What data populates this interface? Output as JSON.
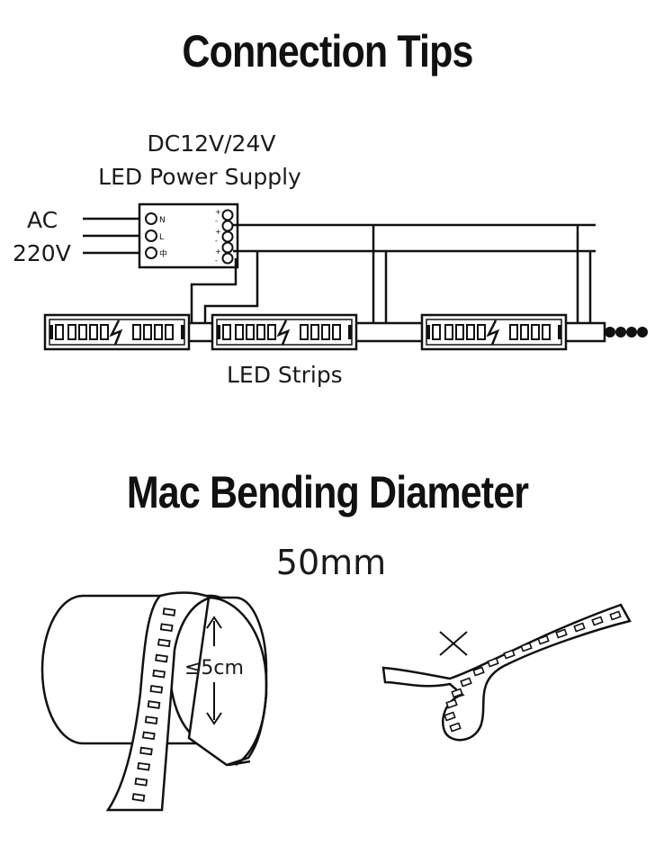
{
  "titles": {
    "connection_tips": "Connection Tips",
    "bending": "Mac Bending Diameter"
  },
  "labels": {
    "power_supply_line1": "DC12V/24V",
    "power_supply_line2": "LED Power Supply",
    "ac_line1": "AC",
    "ac_line2": "220V",
    "led_strips": "LED Strips",
    "diameter_value": "50mm",
    "bend_limit": "≤5cm"
  },
  "psu_terminals": {
    "left": [
      "N",
      "L",
      "中"
    ],
    "right": [
      "+",
      "-",
      "+",
      "-",
      "+",
      "-"
    ]
  },
  "colors": {
    "line": "#111111",
    "background": "#ffffff"
  }
}
